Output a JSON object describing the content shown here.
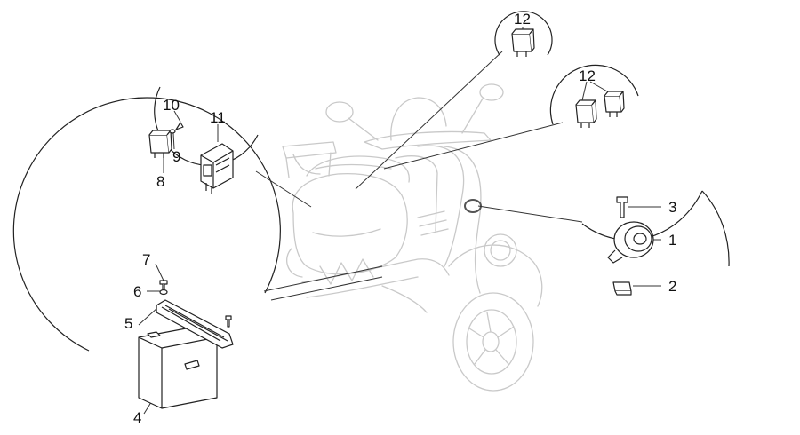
{
  "diagram": {
    "part_labels": {
      "p1": "1",
      "p2": "2",
      "p3": "3",
      "p4": "4",
      "p5": "5",
      "p6": "6",
      "p7": "7",
      "p8": "8",
      "p9": "9",
      "p10": "10",
      "p11": "11",
      "p12_top": "12",
      "p12_right": "12"
    },
    "colors": {
      "scooter_outline": "#c9c9c9",
      "part_outline": "#222222",
      "leader_line": "#333333"
    }
  }
}
